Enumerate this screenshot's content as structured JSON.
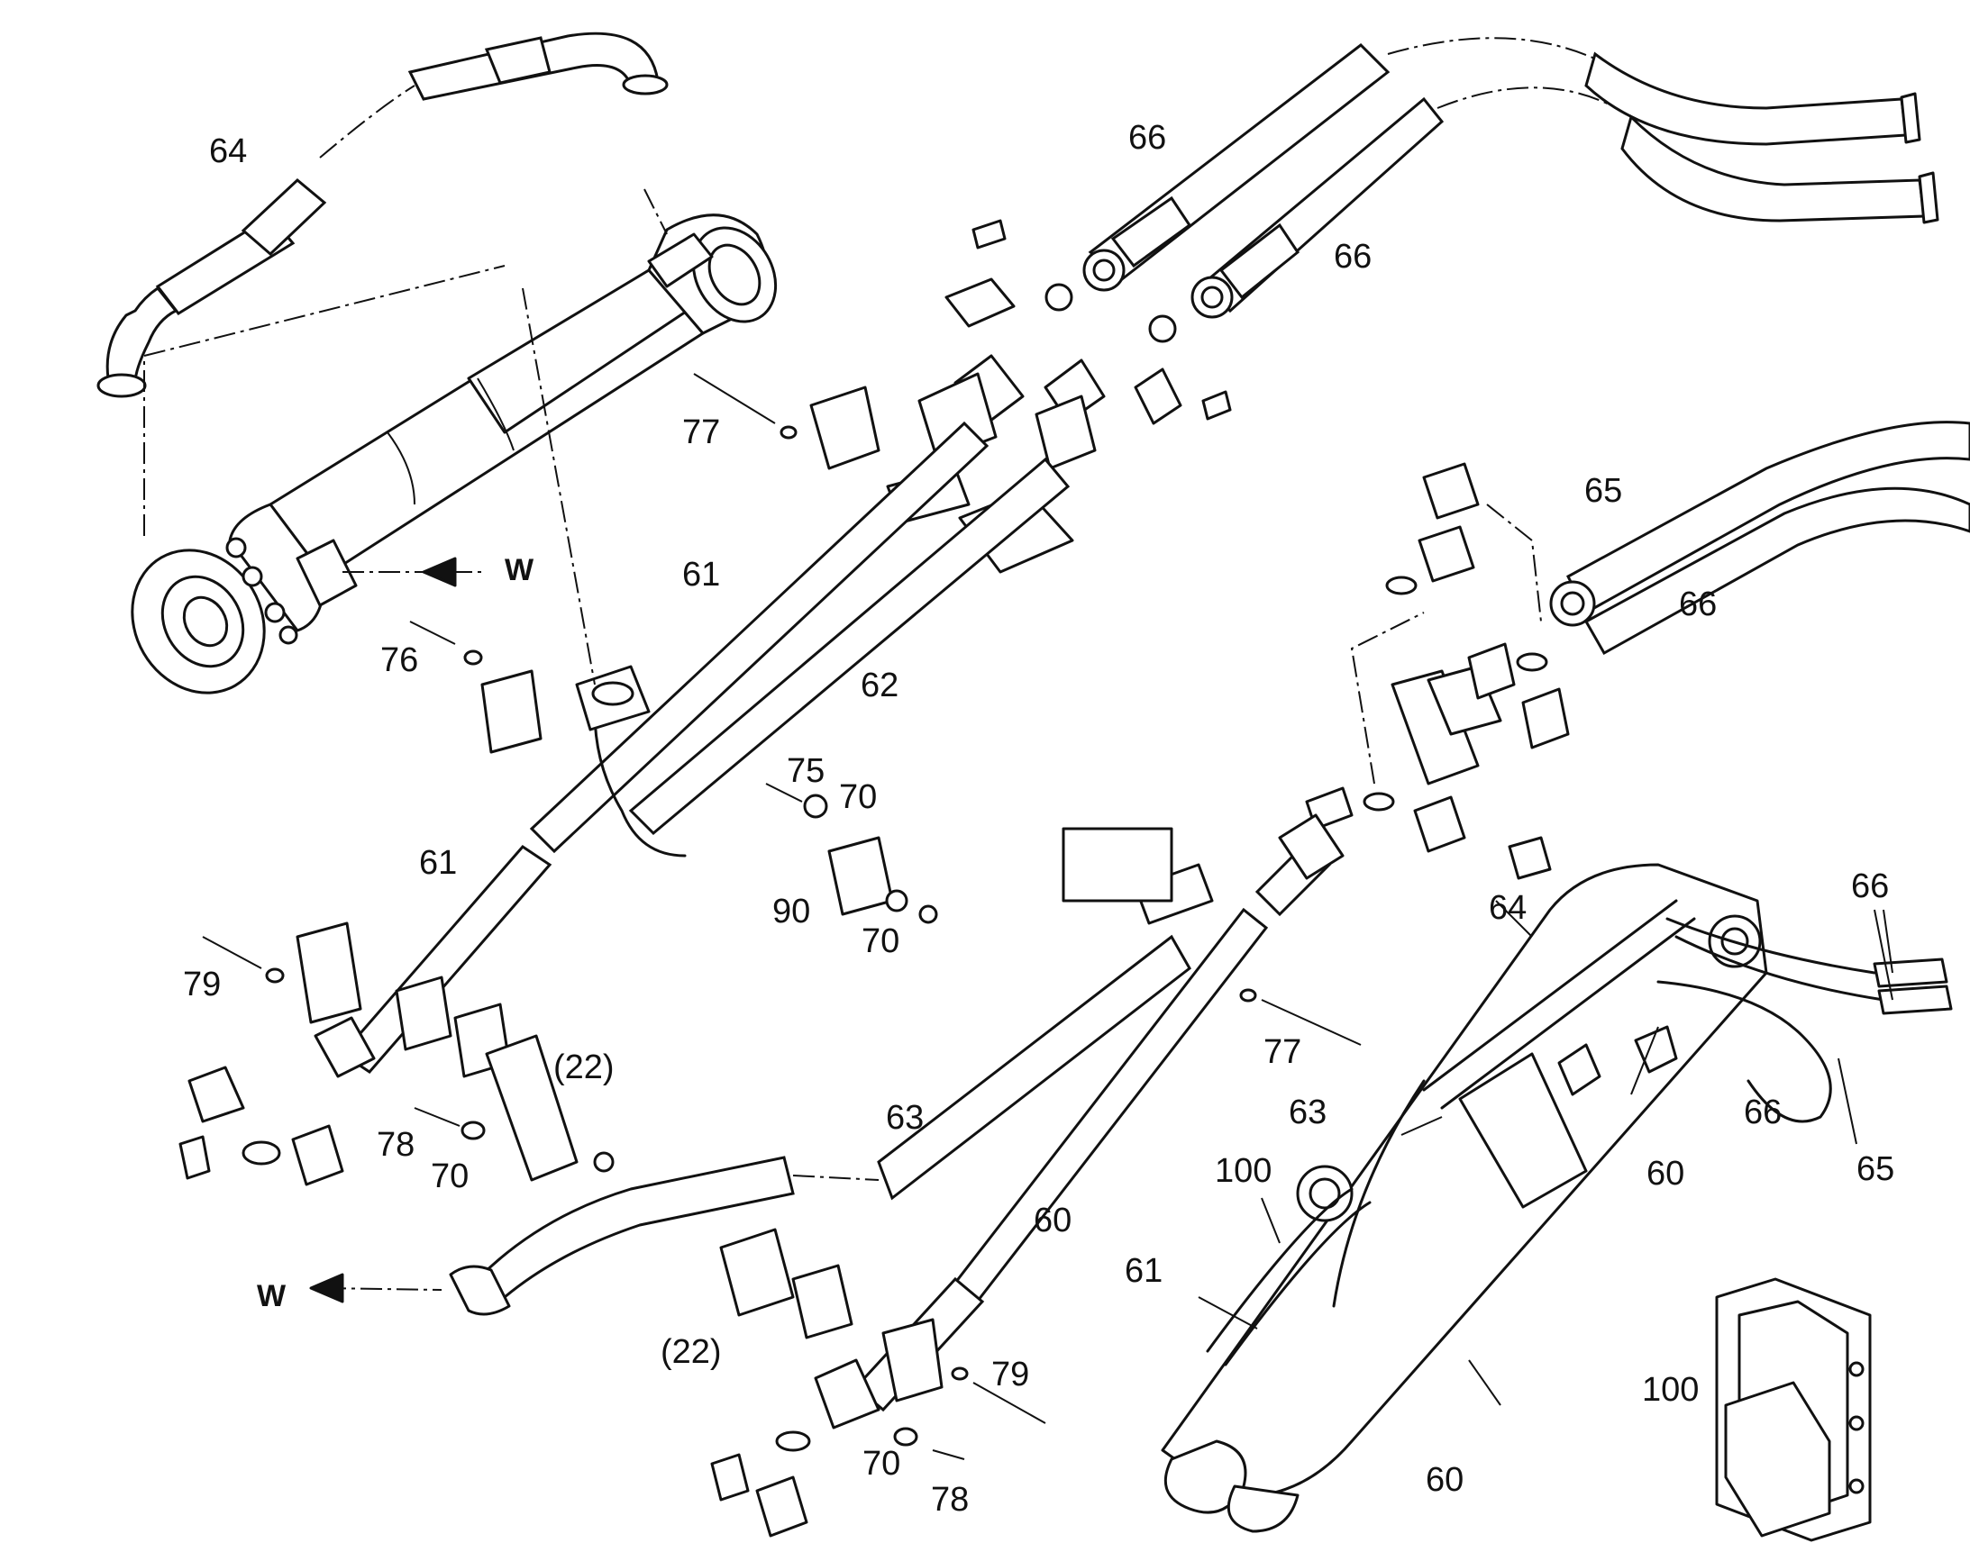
{
  "labels": [
    {
      "id": "64a",
      "text": "64"
    },
    {
      "id": "66a",
      "text": "66"
    },
    {
      "id": "66b",
      "text": "66"
    },
    {
      "id": "77a",
      "text": "77"
    },
    {
      "id": "w1",
      "text": "W"
    },
    {
      "id": "61a",
      "text": "61"
    },
    {
      "id": "76",
      "text": "76"
    },
    {
      "id": "62",
      "text": "62"
    },
    {
      "id": "65a",
      "text": "65"
    },
    {
      "id": "66c",
      "text": "66"
    },
    {
      "id": "75",
      "text": "75"
    },
    {
      "id": "70a",
      "text": "70"
    },
    {
      "id": "61b",
      "text": "61"
    },
    {
      "id": "90",
      "text": "90"
    },
    {
      "id": "70b",
      "text": "70"
    },
    {
      "id": "79a",
      "text": "79"
    },
    {
      "id": "64b",
      "text": "64"
    },
    {
      "id": "66d",
      "text": "66"
    },
    {
      "id": "77b",
      "text": "77"
    },
    {
      "id": "22a",
      "text": "(22)"
    },
    {
      "id": "78a",
      "text": "78"
    },
    {
      "id": "70c",
      "text": "70"
    },
    {
      "id": "63a",
      "text": "63"
    },
    {
      "id": "63b",
      "text": "63"
    },
    {
      "id": "100a",
      "text": "100"
    },
    {
      "id": "66e",
      "text": "66"
    },
    {
      "id": "60a",
      "text": "60"
    },
    {
      "id": "65b",
      "text": "65"
    },
    {
      "id": "60b",
      "text": "60"
    },
    {
      "id": "61c",
      "text": "61"
    },
    {
      "id": "w2",
      "text": "W"
    },
    {
      "id": "22b",
      "text": "(22)"
    },
    {
      "id": "79b",
      "text": "79"
    },
    {
      "id": "100b",
      "text": "100"
    },
    {
      "id": "70d",
      "text": "70"
    },
    {
      "id": "78b",
      "text": "78"
    },
    {
      "id": "60c",
      "text": "60"
    }
  ]
}
